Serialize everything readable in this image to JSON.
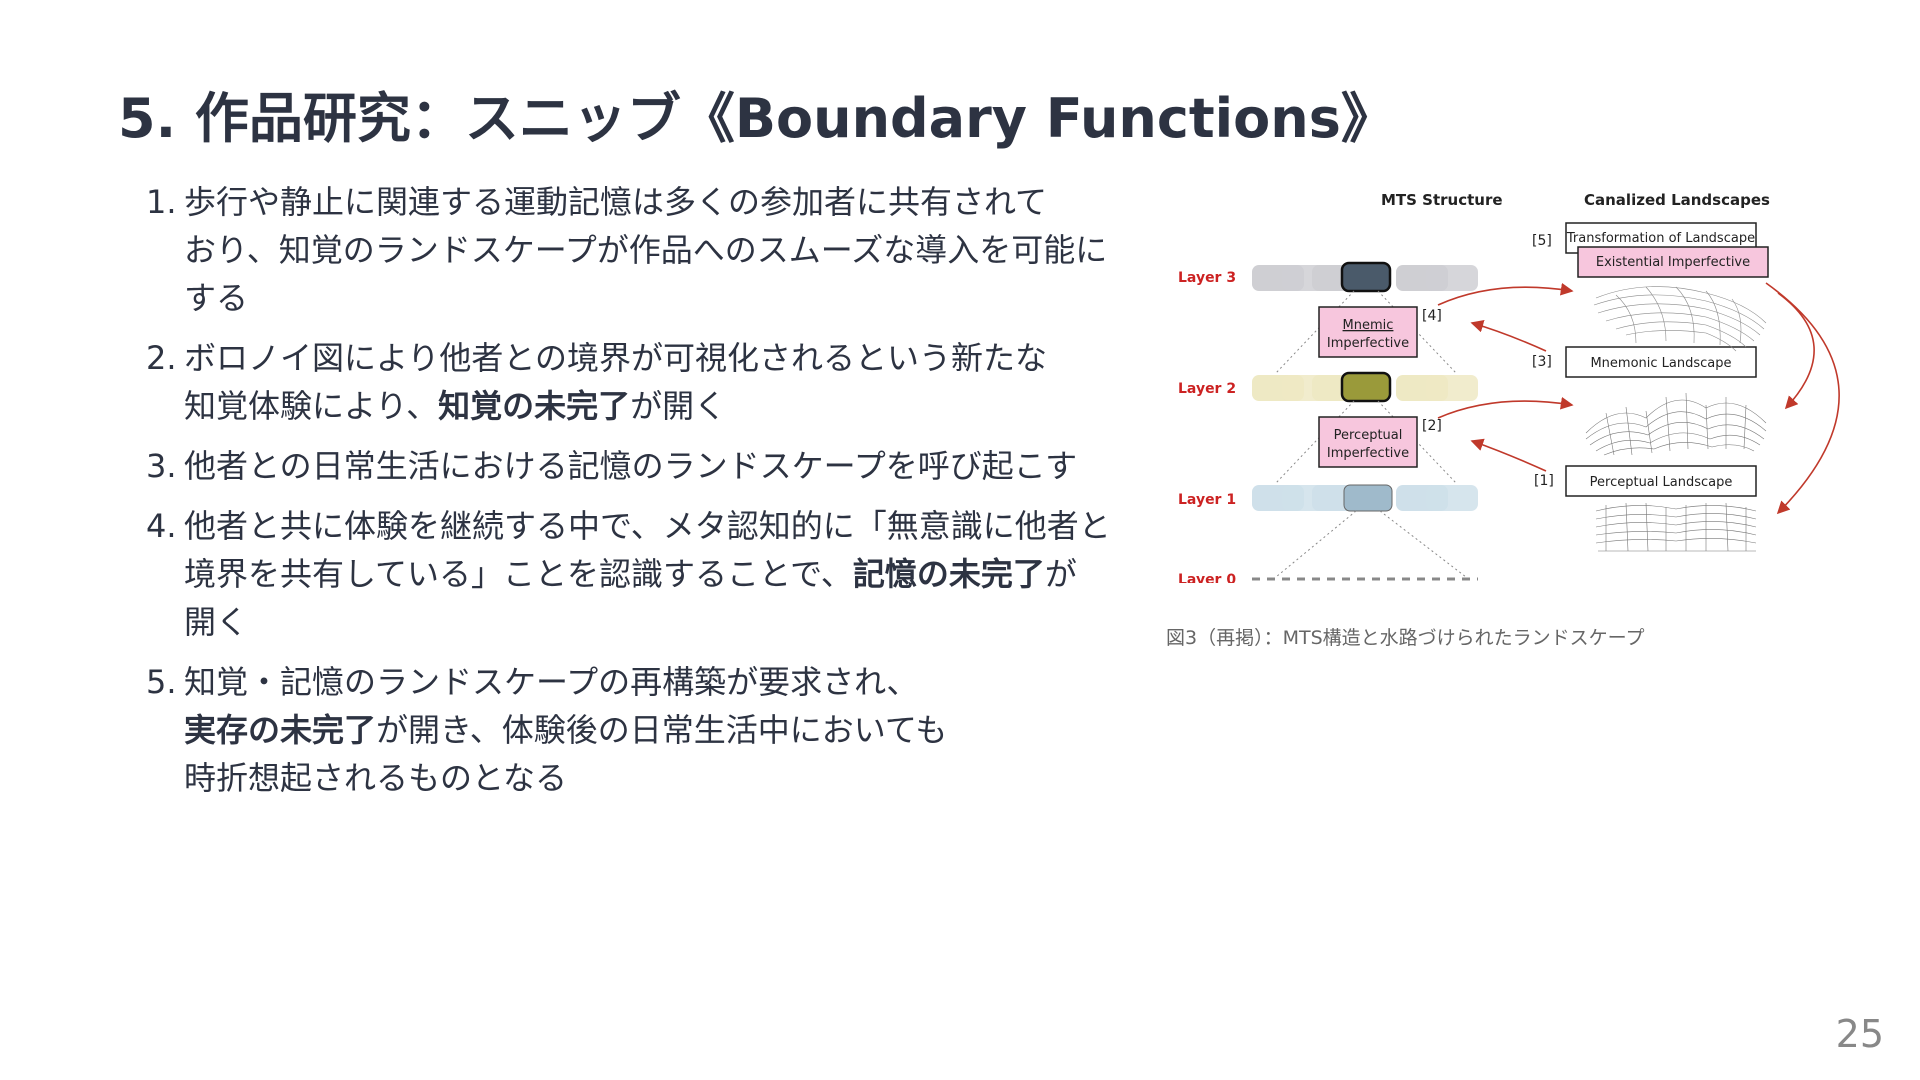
{
  "slide": {
    "title": "5. 作品研究：スニッブ《Boundary Functions》",
    "items": [
      {
        "num": "1.",
        "lines": [
          [
            {
              "t": "歩行や静止に関連する運動記憶は多くの参加者に共有されて"
            }
          ],
          [
            {
              "t": "おり、知覚のランドスケープが作品へのスムーズな導入を可能に"
            }
          ],
          [
            {
              "t": "する"
            }
          ]
        ]
      },
      {
        "num": "2.",
        "lines": [
          [
            {
              "t": "ボロノイ図により他者との境界が可視化されるという新たな"
            }
          ],
          [
            {
              "t": "知覚体験により、"
            },
            {
              "t": "知覚の未完了",
              "b": true
            },
            {
              "t": "が開く"
            }
          ]
        ]
      },
      {
        "num": "3.",
        "lines": [
          [
            {
              "t": "他者との日常生活における記憶のランドスケープを呼び起こす"
            }
          ]
        ]
      },
      {
        "num": "4.",
        "lines": [
          [
            {
              "t": "他者と共に体験を継続する中で、メタ認知的に「無意識に他者と"
            }
          ],
          [
            {
              "t": "境界を共有している」ことを認識することで、"
            },
            {
              "t": "記憶の未完了",
              "b": true
            },
            {
              "t": "が"
            }
          ],
          [
            {
              "t": "開く"
            }
          ]
        ]
      },
      {
        "num": "5.",
        "lines": [
          [
            {
              "t": "知覚・記憶のランドスケープの再構築が要求され、"
            }
          ],
          [
            {
              "t": "実存の未完了",
              "b": true
            },
            {
              "t": "が開き、体験後の日常生活中においても"
            }
          ],
          [
            {
              "t": "時折想起されるものとなる"
            }
          ]
        ]
      }
    ],
    "caption": "図3（再掲）：MTS構造と水路づけられたランドスケープ",
    "page_number": "25"
  },
  "figure": {
    "mts_title": "MTS Structure",
    "cl_title": "Canalized Landscapes",
    "layers": [
      "Layer 3",
      "Layer 2",
      "Layer 1",
      "Layer 0"
    ],
    "imperfective_mnemonic": [
      "Mnemic",
      "Imperfective"
    ],
    "imperfective_perceptual": [
      "Perceptual",
      "Imperfective"
    ],
    "refs": [
      "[4]",
      "[2]",
      "[5]",
      "[3]",
      "[1]"
    ],
    "landscape_labels": {
      "transformation": "Transformation of Landscape",
      "existential": "Existential Imperfective",
      "mnemonic": "Mnemonic Landscape",
      "perceptual": "Perceptual Landscape"
    },
    "colors": {
      "text": "#2d3342",
      "arrow": "#c0392b",
      "pink": "#f7c6dd",
      "layer_label": "#cc2222",
      "layer3": "#cfcfd3",
      "layer2": "#eee9c4",
      "layer1": "#cfe0ea"
    }
  }
}
